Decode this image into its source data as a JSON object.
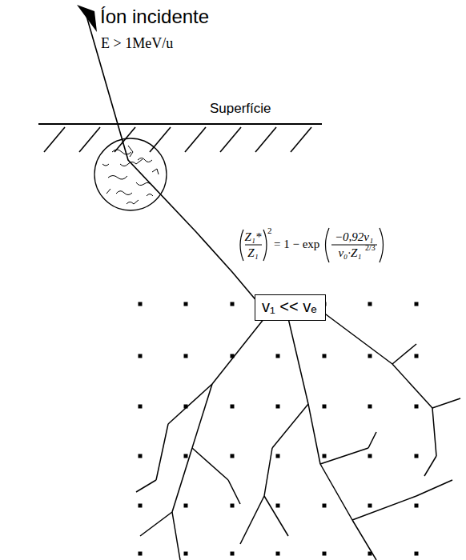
{
  "diagram": {
    "nodes": [
      {
        "text": [
          "v₁ << vₑ"
        ]
      }
    ],
    "labels": [
      "Íon incidente",
      "E > 1MeV/u",
      "Superfície",
      "Z₁*",
      "Z₁",
      "2",
      "= 1 − exp",
      "−0,92v₁",
      "v₀·Z₁",
      "2/3"
    ]
  }
}
